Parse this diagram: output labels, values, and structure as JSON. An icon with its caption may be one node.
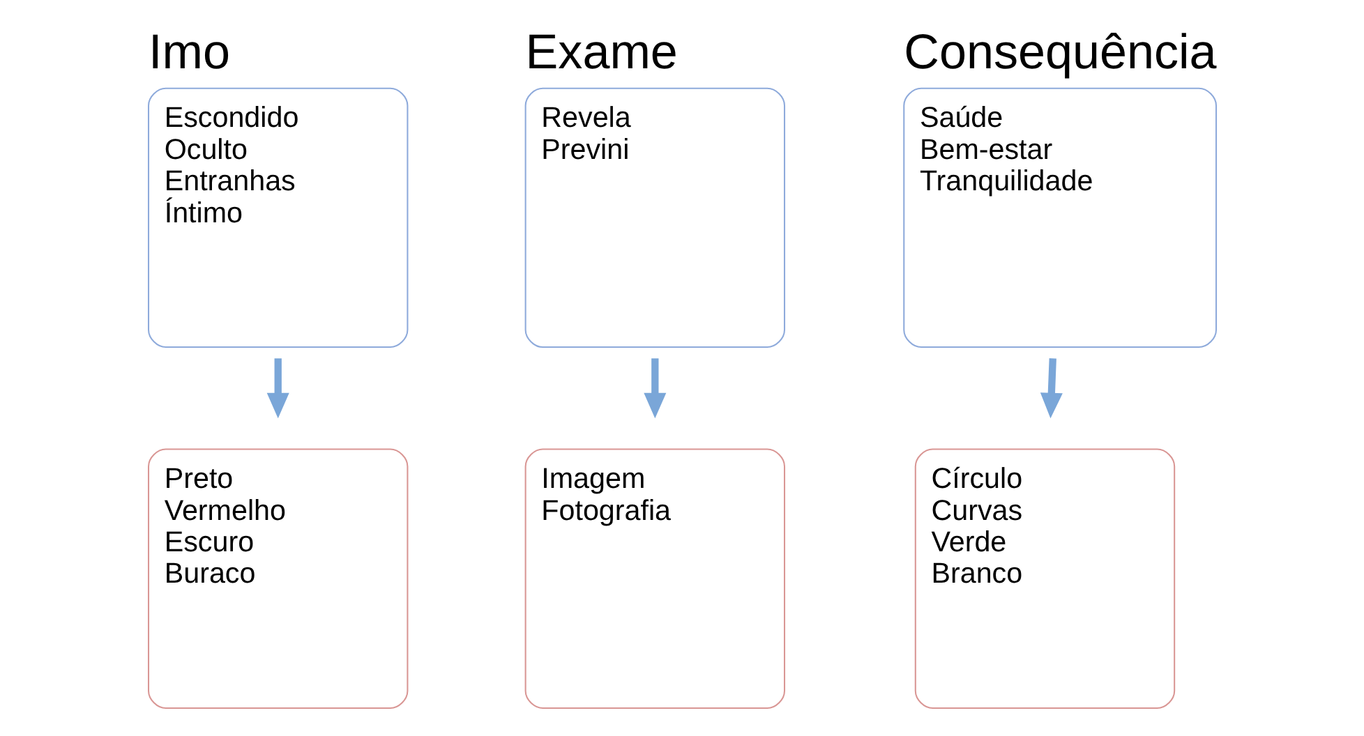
{
  "diagram": {
    "nodes": [
      {
        "text": [
          "Imo",
          "Escondido",
          "Oculto",
          "Entranhas",
          "Íntimo"
        ]
      },
      {
        "text": [
          "Exame",
          "Revela",
          "Previni"
        ]
      },
      {
        "text": [
          "Consequência",
          "Saúde",
          "Bem-estar",
          "Tranquilidade"
        ]
      },
      {
        "text": [
          "Preto",
          "Vermelho",
          "Escuro",
          "Buraco"
        ]
      },
      {
        "text": [
          "Imagem",
          "Fotografia"
        ]
      },
      {
        "text": [
          "Círculo",
          "Curvas",
          "Verde",
          "Branco"
        ]
      }
    ],
    "edges": [
      {
        "from": 0,
        "to": 3,
        "arrow": "to"
      },
      {
        "from": 1,
        "to": 4,
        "arrow": "to"
      },
      {
        "from": 2,
        "to": 5,
        "arrow": "to"
      }
    ]
  }
}
